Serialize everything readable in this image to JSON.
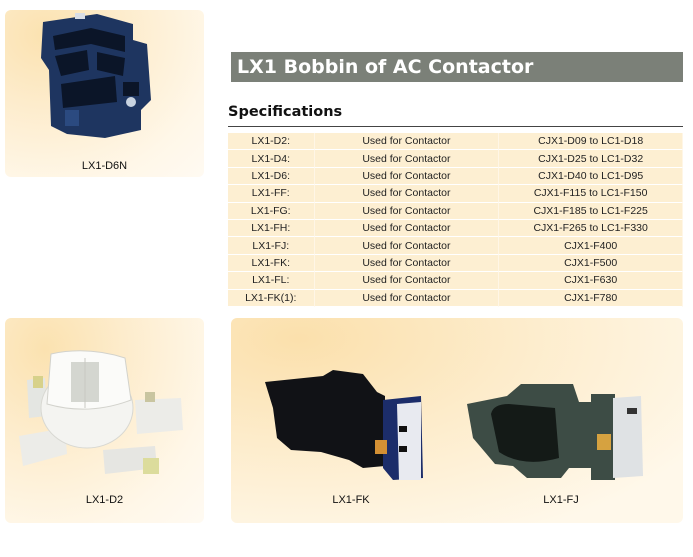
{
  "header": {
    "title": "LX1 Bobbin of AC Contactor",
    "title_bar_color": "#7b8078"
  },
  "specifications": {
    "heading": "Specifications",
    "rows": [
      {
        "model": "LX1-D2:",
        "usage": "Used for Contactor",
        "range": "CJX1-D09 to LC1-D18"
      },
      {
        "model": "LX1-D4:",
        "usage": "Used for Contactor",
        "range": "CJX1-D25 to LC1-D32"
      },
      {
        "model": "LX1-D6:",
        "usage": "Used for Contactor",
        "range": "CJX1-D40 to LC1-D95"
      },
      {
        "model": "LX1-FF:",
        "usage": "Used for Contactor",
        "range": "CJX1-F115 to LC1-F150"
      },
      {
        "model": "LX1-FG:",
        "usage": "Used for Contactor",
        "range": "CJX1-F185 to LC1-F225"
      },
      {
        "model": "LX1-FH:",
        "usage": "Used for Contactor",
        "range": "CJX1-F265 to LC1-F330"
      },
      {
        "model": "LX1-FJ:",
        "usage": "Used for Contactor",
        "range": "CJX1-F400"
      },
      {
        "model": "LX1-FK:",
        "usage": "Used for Contactor",
        "range": "CJX1-F500"
      },
      {
        "model": "LX1-FL:",
        "usage": "Used for Contactor",
        "range": "CJX1-F630"
      },
      {
        "model": "LX1-FK(1):",
        "usage": "Used for Contactor",
        "range": "CJX1-F780"
      }
    ],
    "row_color": "#fdefd2"
  },
  "products": [
    {
      "caption": "LX1-D6N",
      "image": "blue-bobbin-photo"
    },
    {
      "caption": "LX1-D2",
      "image": "white-coil-bobbin-photo"
    },
    {
      "caption": "LX1-FK",
      "image": "black-bobbin-photo"
    },
    {
      "caption": "LX1-FJ",
      "image": "dark-green-bobbin-photo"
    }
  ]
}
